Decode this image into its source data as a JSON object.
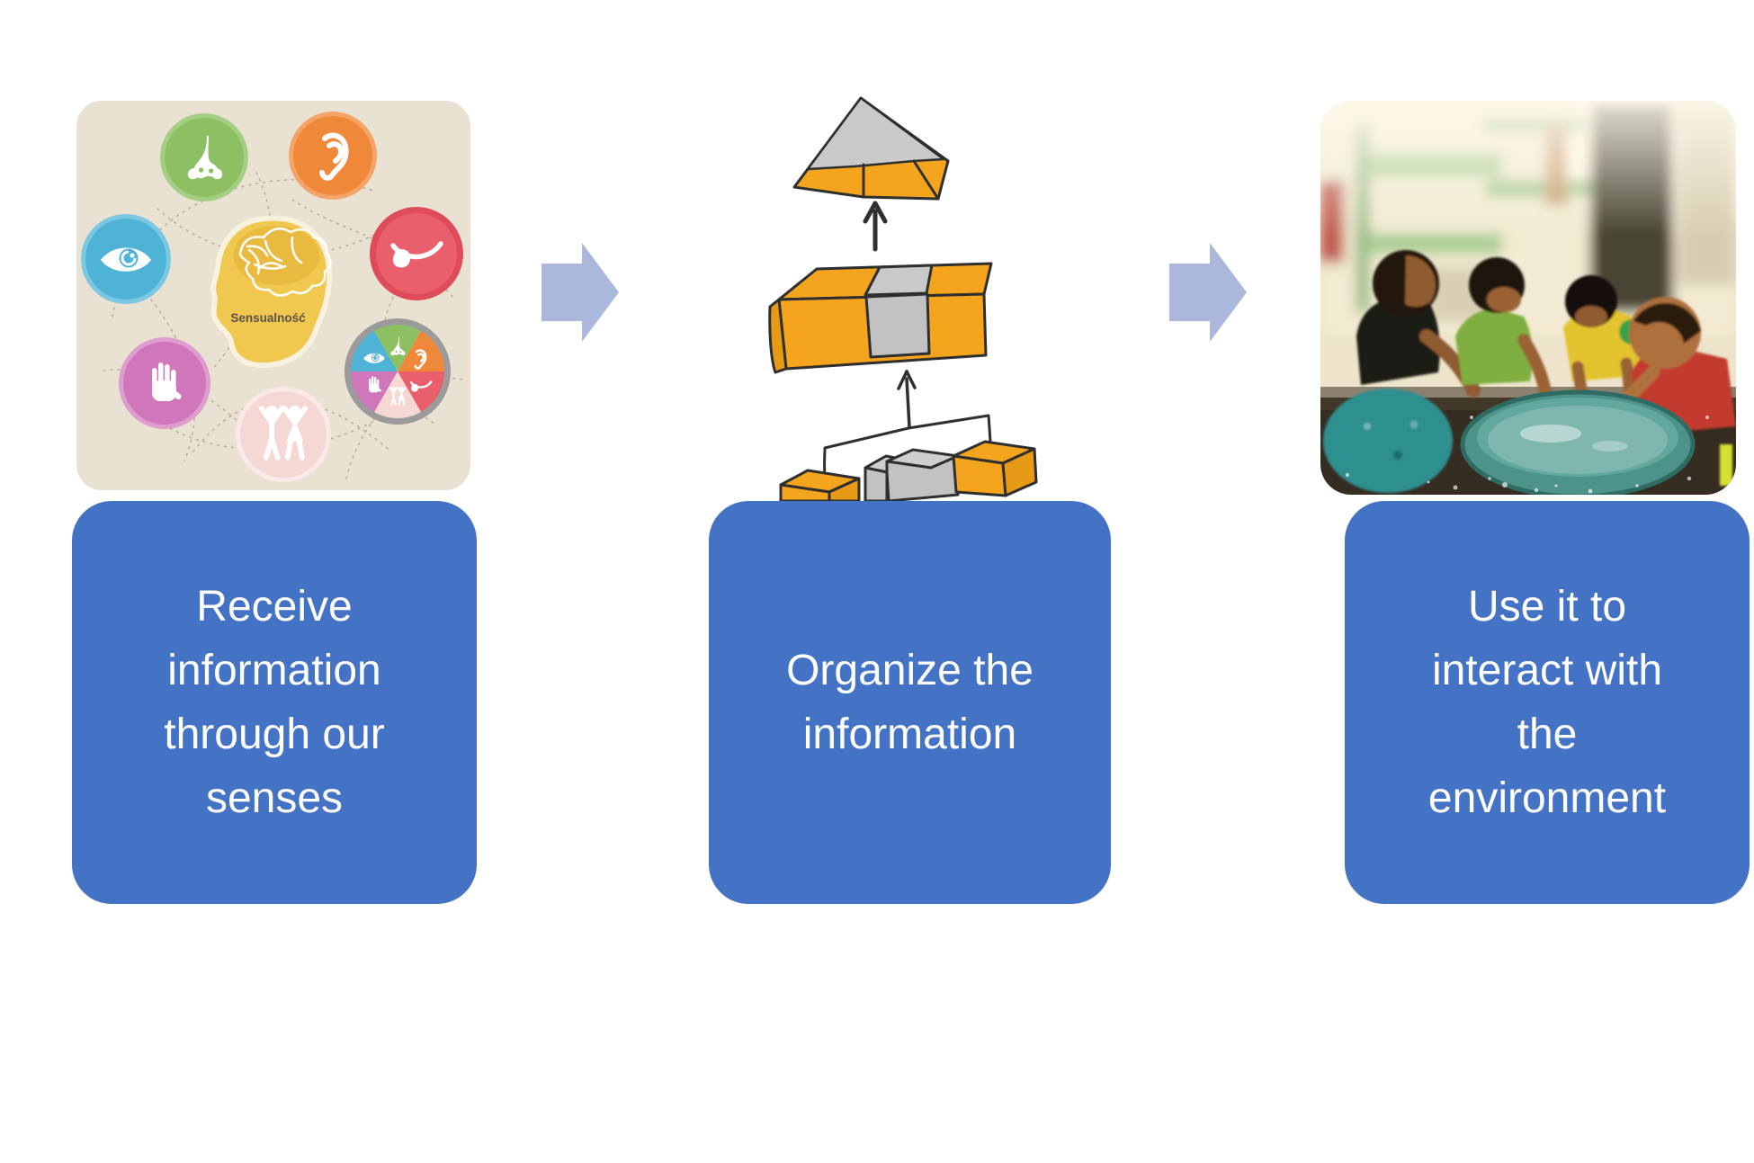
{
  "slide": {
    "steps": [
      {
        "id": "receive",
        "label": "Receive information through our senses",
        "lines": [
          "Receive",
          "information",
          "through our",
          "senses"
        ],
        "image": "five-senses-collage",
        "image_caption": "Sensualność"
      },
      {
        "id": "organize",
        "label": "Organize the information",
        "lines": [
          "Organize the",
          "information"
        ],
        "image": "building-blocks-pyramid-sketch"
      },
      {
        "id": "use",
        "label": "Use it to interact with the environment",
        "lines": [
          "Use it to",
          "interact with",
          "the",
          "environment"
        ],
        "image": "children-around-water-basin-photo"
      }
    ],
    "colors": {
      "box_blue": "#4472C4",
      "box_text": "#FFFFFF",
      "arrow_blue": "#ABB8DC",
      "sketch_orange": "#F5A41E",
      "sketch_gray": "#C2C2C2",
      "senses_background": "#E9E2D2"
    },
    "senses_image": {
      "caption": "Sensualność",
      "senses": [
        {
          "name": "smell",
          "icon": "nose-icon",
          "color": "#8CC063"
        },
        {
          "name": "hearing",
          "icon": "ear-icon",
          "color": "#F0883A"
        },
        {
          "name": "sight",
          "icon": "eye-icon",
          "color": "#4FB3D8"
        },
        {
          "name": "taste",
          "icon": "tongue-icon",
          "color": "#E9606C"
        },
        {
          "name": "touch",
          "icon": "hand-icon",
          "color": "#D077BB"
        },
        {
          "name": "movement",
          "icon": "two-people-icon",
          "color": "#F5D8D3"
        }
      ]
    }
  }
}
